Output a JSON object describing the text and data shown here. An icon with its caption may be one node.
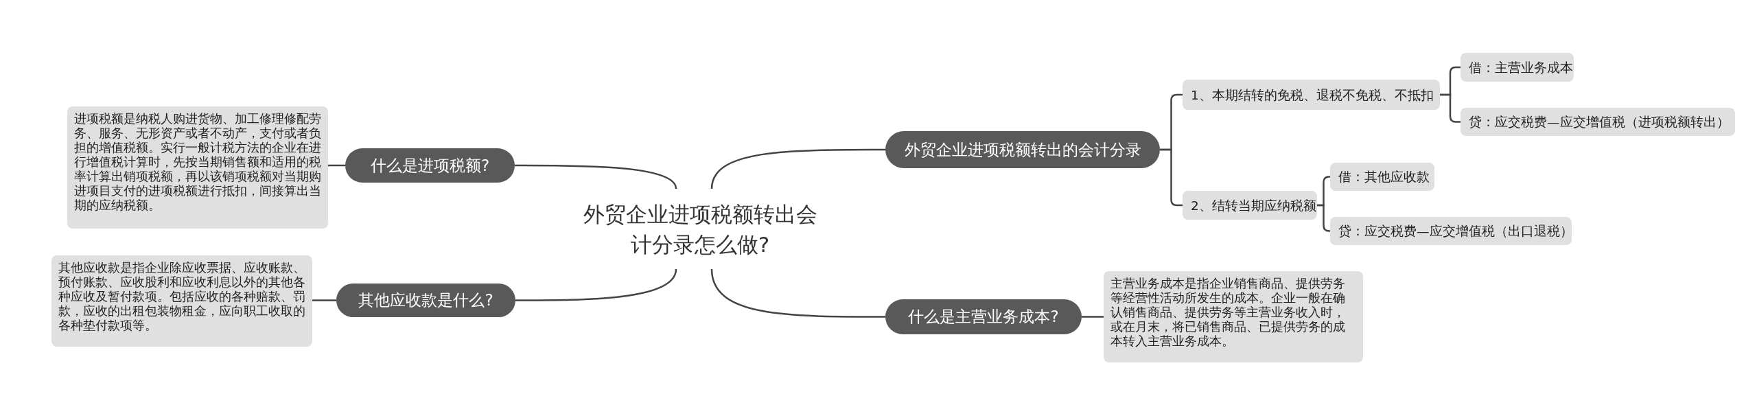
{
  "diagram": {
    "nodes": [
      {
        "text": [
          "外贸企业进项税额转出会计分录怎么做?"
        ]
      },
      {
        "text": [
          "外贸企业进项税额转出的会计分录"
        ]
      },
      {
        "text": [
          "1、本期结转的免税、退税不免税、不抵扣"
        ]
      },
      {
        "text": [
          "借：主营业务成本"
        ]
      },
      {
        "text": [
          "贷：应交税费—应交增值税（进项税额转出）"
        ]
      },
      {
        "text": [
          "2、结转当期应纳税额"
        ]
      },
      {
        "text": [
          "借：其他应收款"
        ]
      },
      {
        "text": [
          "贷：应交税费—应交增值税（出口退税）"
        ]
      },
      {
        "text": [
          "什么是主营业务成本?"
        ]
      },
      {
        "text": [
          "主营业务成本是指企业销售商品、提供劳务等经营性活动所发生的成本。企业一般在确认销售商品、提供劳务等主营业务收入时，或在月末，将已销售商品、已提供劳务的成本转入主营业务成本。"
        ]
      },
      {
        "text": [
          "什么是进项税额?"
        ]
      },
      {
        "text": [
          "进项税额是纳税人购进货物、加工修理修配劳务、服务、无形资产或者不动产，支付或者负担的增值税额。实行一般计税方法的企业在进行增值税计算时，先按当期销售额和适用的税率计算出销项税额，再以该销项税额对当期购进项目支付的进项税额进行抵扣，间接算出当期的应纳税额。"
        ]
      },
      {
        "text": [
          "其他应收款是什么?"
        ]
      },
      {
        "text": [
          "其他应收款是指企业除应收票据、应收账款、预付账款、应收股利和应收利息以外的其他各种应收及暂付款项。包括应收的各种赔款、罚款，应收的出租包装物租金，应向职工收取的各种垫付款项等。"
        ]
      }
    ],
    "edges": [
      {
        "from": 0,
        "to": 1,
        "arrow": "none"
      },
      {
        "from": 1,
        "to": 2,
        "arrow": "none"
      },
      {
        "from": 2,
        "to": 3,
        "arrow": "none"
      },
      {
        "from": 2,
        "to": 4,
        "arrow": "none"
      },
      {
        "from": 1,
        "to": 5,
        "arrow": "none"
      },
      {
        "from": 5,
        "to": 6,
        "arrow": "none"
      },
      {
        "from": 5,
        "to": 7,
        "arrow": "none"
      },
      {
        "from": 0,
        "to": 8,
        "arrow": "none"
      },
      {
        "from": 8,
        "to": 9,
        "arrow": "none"
      },
      {
        "from": 0,
        "to": 10,
        "arrow": "none"
      },
      {
        "from": 10,
        "to": 11,
        "arrow": "none"
      },
      {
        "from": 0,
        "to": 12,
        "arrow": "none"
      },
      {
        "from": 12,
        "to": 13,
        "arrow": "none"
      }
    ]
  }
}
